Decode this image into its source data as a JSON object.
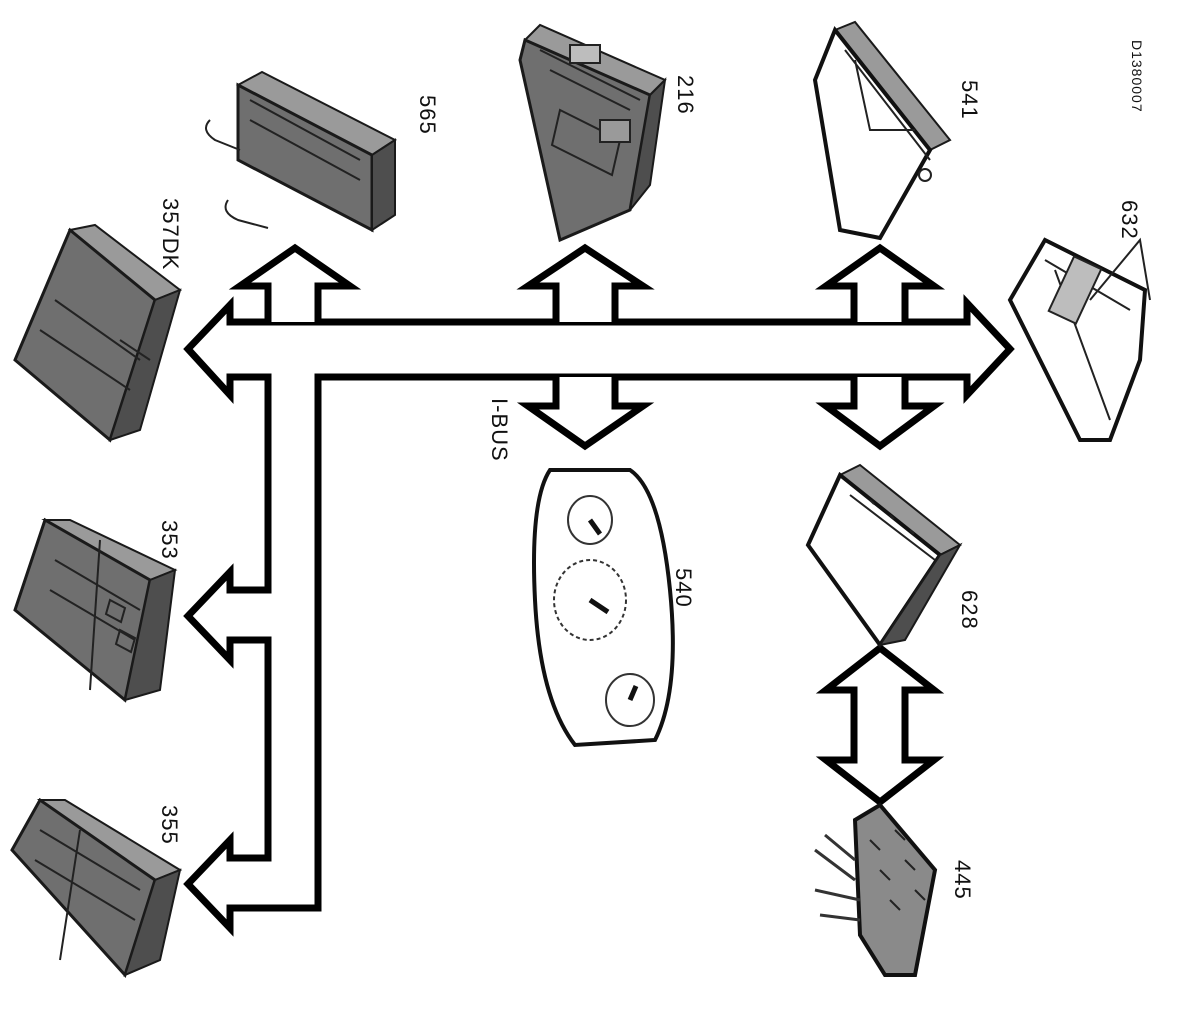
{
  "diagram": {
    "code": "D1380007",
    "bus_label": "I-BUS",
    "modules": {
      "m565": "565",
      "m357dk": "357DK",
      "m353": "353",
      "m355": "355",
      "m216": "216",
      "m540": "540",
      "m541": "541",
      "m632": "632",
      "m628": "628",
      "m445": "445"
    }
  }
}
